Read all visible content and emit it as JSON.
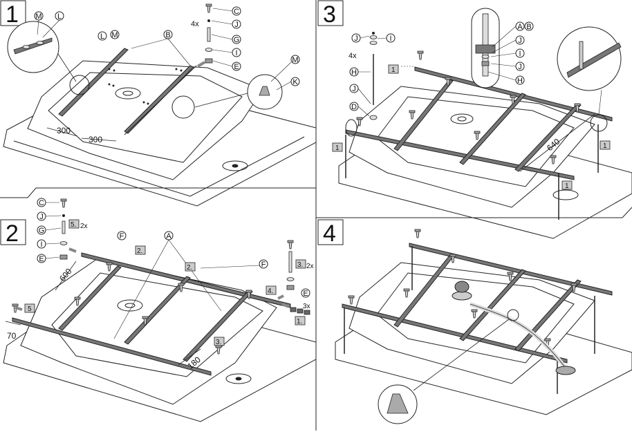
{
  "steps": [
    {
      "number": "1"
    },
    {
      "number": "2"
    },
    {
      "number": "3"
    },
    {
      "number": "4"
    }
  ],
  "parts": {
    "A": "A",
    "B": "B",
    "C": "C",
    "D": "D",
    "E": "E",
    "F": "F",
    "G": "G",
    "H": "H",
    "I": "I",
    "J": "J",
    "K": "K",
    "L": "L",
    "M": "M"
  },
  "quantities": {
    "four_x": "4x",
    "three_x": "3x",
    "two_x": "2x"
  },
  "dimensions": {
    "d300": "300",
    "d600": "600",
    "d70": "70",
    "d180": "180",
    "d640": "640"
  },
  "order_tags": {
    "t1": "1",
    "t1dot": "1.",
    "t2dot": "2.",
    "t3dot": "3.",
    "t4dot": "4.",
    "t5": "5",
    "t5dot": "5."
  },
  "ab_label": "A B"
}
